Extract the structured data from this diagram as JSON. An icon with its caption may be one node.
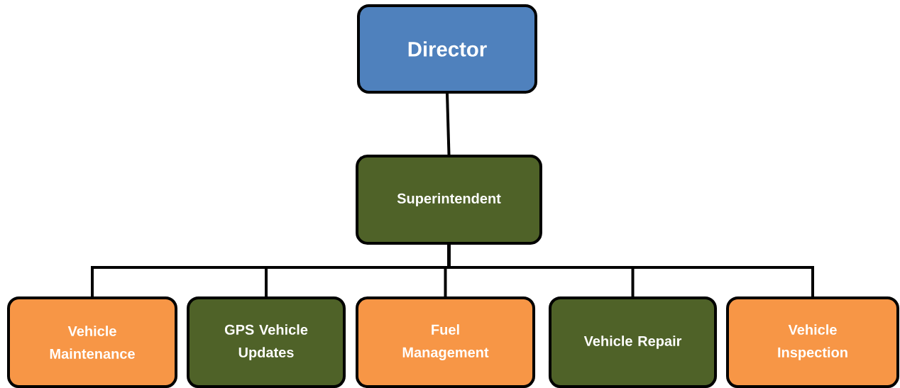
{
  "diagram": {
    "nodes": [
      {
        "text": [
          "Director"
        ]
      },
      {
        "text": [
          "Superintendent"
        ]
      },
      {
        "text": [
          "Vehicle Maintenance"
        ]
      },
      {
        "text": [
          "GPS Vehicle Updates"
        ]
      },
      {
        "text": [
          "Fuel Management"
        ]
      },
      {
        "text": [
          "Vehicle Repair"
        ]
      },
      {
        "text": [
          "Vehicle Inspection"
        ]
      }
    ],
    "edges": [
      {
        "from": 0,
        "to": 1,
        "arrow": "none"
      },
      {
        "from": 1,
        "to": 2,
        "arrow": "none"
      },
      {
        "from": 1,
        "to": 3,
        "arrow": "none"
      },
      {
        "from": 1,
        "to": 4,
        "arrow": "none"
      },
      {
        "from": 1,
        "to": 5,
        "arrow": "none"
      },
      {
        "from": 1,
        "to": 6,
        "arrow": "none"
      }
    ]
  }
}
